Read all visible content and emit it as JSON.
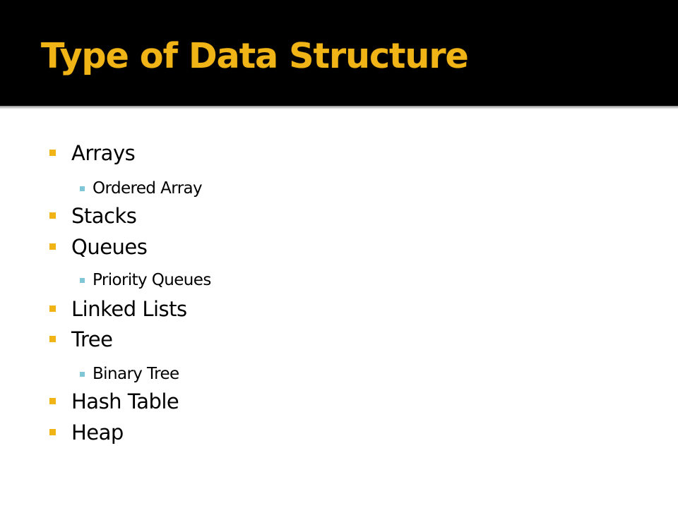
{
  "slide": {
    "title": "Type of Data Structure",
    "colors": {
      "title_bar": "#000000",
      "title_text": "#F0B416",
      "bullet_level1": "#F0B416",
      "bullet_level2": "#7FC6D6",
      "body_text": "#000000",
      "background": "#FFFFFF"
    },
    "bullets": [
      {
        "level": 1,
        "text": "Arrays"
      },
      {
        "level": 2,
        "text": "Ordered Array"
      },
      {
        "level": 1,
        "text": "Stacks"
      },
      {
        "level": 1,
        "text": "Queues"
      },
      {
        "level": 2,
        "text": "Priority Queues"
      },
      {
        "level": 1,
        "text": "Linked Lists"
      },
      {
        "level": 1,
        "text": "Tree"
      },
      {
        "level": 2,
        "text": "Binary Tree"
      },
      {
        "level": 1,
        "text": "Hash Table"
      },
      {
        "level": 1,
        "text": "Heap"
      }
    ]
  }
}
